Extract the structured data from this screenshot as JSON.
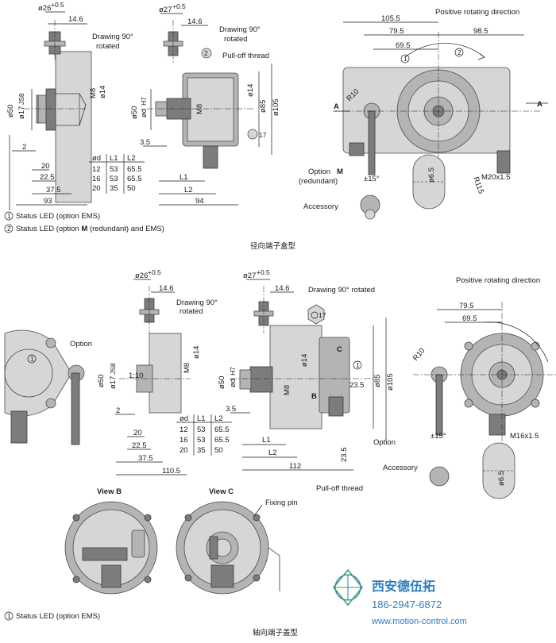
{
  "top_section": {
    "caption": "径向端子盒型",
    "left_view": {
      "d26": "ø26",
      "d26_tol": "+0.5",
      "d14_6": "14.6",
      "note": "Drawing 90°",
      "note2": "rotated",
      "d50": "ø50",
      "d17": "ø17",
      "d17_tol": "JS8",
      "m8": "M8",
      "d14": "ø14",
      "d2": "2",
      "d20": "20",
      "d22_5": "22.5",
      "d37_5": "37.5",
      "d93": "93"
    },
    "middle_view": {
      "d27": "ø27",
      "d27_tol": "+0.5",
      "d14_6": "14.6",
      "note": "Drawing 90°",
      "note2": "rotated",
      "callout2": "2",
      "pulloff": "Pull-off thread",
      "d50": "ø50",
      "dd": "ød",
      "dd_tol": "H7",
      "m8": "M8",
      "d14": "ø14",
      "d85": "ø85",
      "d105": "ø105",
      "callout17": "17",
      "d3_5": "3.5",
      "l1": "L1",
      "l2": "L2",
      "d94": "94",
      "table": {
        "headers": [
          "ød",
          "L1",
          "L2"
        ],
        "rows": [
          [
            "12",
            "53",
            "65.5"
          ],
          [
            "16",
            "53",
            "65.5"
          ],
          [
            "20",
            "35",
            "50"
          ]
        ]
      }
    },
    "right_view": {
      "title": "Positive rotating direction",
      "d105_5": "105.5",
      "d79_5": "79.5",
      "d98_5": "98.5",
      "d69_5": "69.5",
      "callout1": "1",
      "callout2": "2",
      "a_left": "A",
      "a_right": "A",
      "r10": "R10",
      "r115": "R115",
      "option": "Option",
      "option_m": "M",
      "redundant": "(redundant)",
      "pm15": "±15°",
      "d6_5": "ø6.5",
      "m20": "M20x1.5",
      "accessory": "Accessory"
    },
    "legend": [
      {
        "num": "1",
        "text": "Status LED (option EMS)"
      },
      {
        "num": "2",
        "pre": "Status LED (option ",
        "bold": "M",
        "post": " (redundant) and EMS)"
      }
    ]
  },
  "bottom_section": {
    "caption": "轴向端子盖型",
    "far_left": {
      "option": "Option",
      "callout1": "1"
    },
    "left_view": {
      "d26": "ø26",
      "d26_tol": "+0.5",
      "d14_6": "14.6",
      "note": "Drawing 90°",
      "note2": "rotated",
      "d50": "ø50",
      "d17": "ø17",
      "d17_tol": "JS8",
      "ratio": "1:10",
      "m8": "M8",
      "d14": "ø14",
      "d2": "2",
      "d20": "20",
      "d22_5": "22.5",
      "d37_5": "37.5",
      "d110_5": "110.5",
      "table": {
        "headers": [
          "ød",
          "L1",
          "L2"
        ],
        "rows": [
          [
            "12",
            "53",
            "65.5"
          ],
          [
            "16",
            "53",
            "65.5"
          ],
          [
            "20",
            "35",
            "50"
          ]
        ]
      }
    },
    "middle_view": {
      "d27": "ø27",
      "d27_tol": "+0.5",
      "d14_6": "14.6",
      "note": "Drawing 90° rotated",
      "callout17": "17",
      "c": "C",
      "b": "B",
      "callout1": "1",
      "d50": "ø50",
      "dd": "ød",
      "dd_tol": "H7",
      "m8": "M8",
      "d14": "ø14",
      "d85": "ø85",
      "d105": "ø105",
      "d23_5a": "23.5",
      "d23_5b": "23.5",
      "d3_5": "3.5",
      "l1": "L1",
      "l2": "L2",
      "d112": "112",
      "option": "Option",
      "pulloff": "Pull-off thread"
    },
    "right_view": {
      "title": "Positive rotating direction",
      "d79_5": "79.5",
      "d69_5": "69.5",
      "r10": "R10",
      "pm15": "±15°",
      "m16": "M16x1.5",
      "accessory": "Accessory",
      "d6_5": "ø6.5"
    },
    "view_b": {
      "title": "View B"
    },
    "view_c": {
      "title": "View C",
      "fixing": "Fixing pin"
    },
    "legend": [
      {
        "num": "1",
        "text": "Status LED (option EMS)"
      }
    ]
  },
  "watermark": {
    "company": "西安德伍拓",
    "phone": "186-2947-6872",
    "url": "www.motion-control.com",
    "colors": {
      "blue": "#2e7dbf",
      "green": "#3aa04a"
    }
  }
}
